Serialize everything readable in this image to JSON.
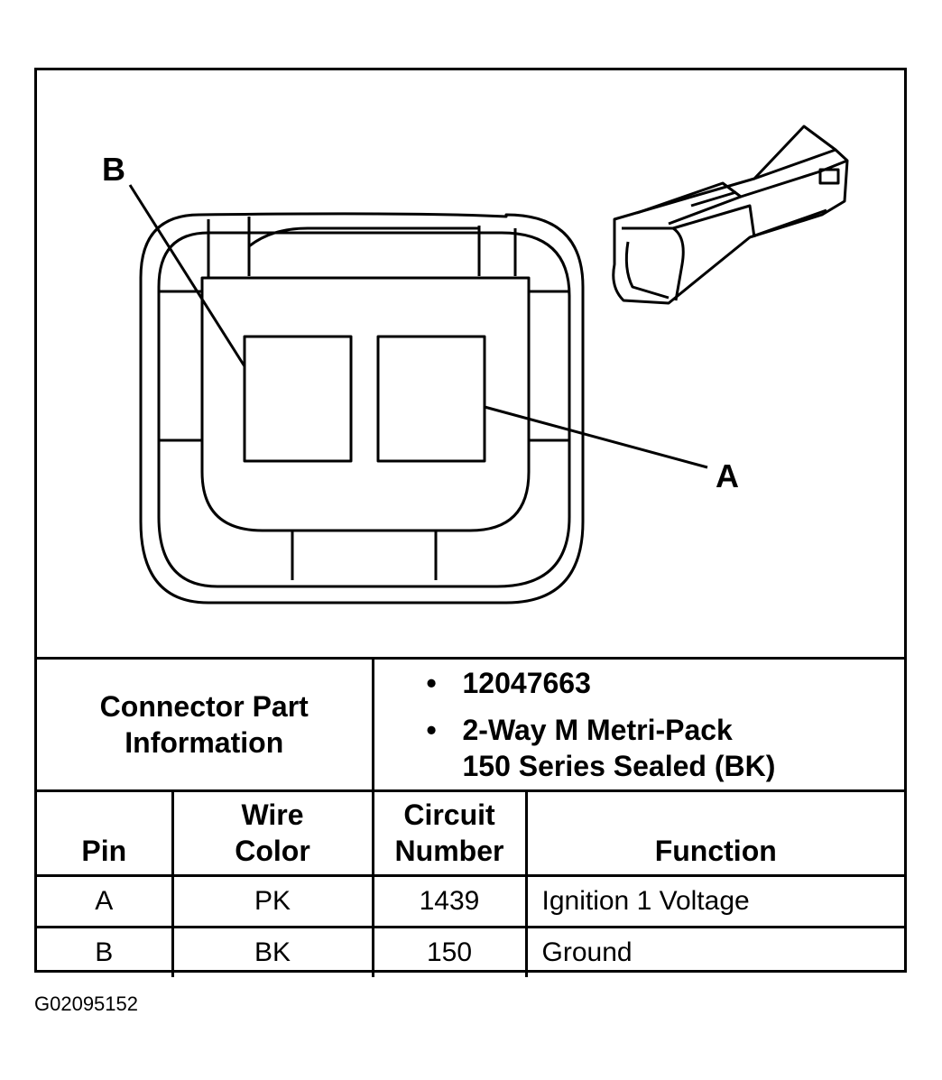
{
  "diagram": {
    "callout_b": "B",
    "callout_a": "A"
  },
  "connector_info": {
    "label": "Connector Part\nInformation",
    "label_line1": "Connector Part",
    "label_line2": "Information",
    "items": [
      [
        "12047663"
      ],
      [
        "2-Way M Metri-Pack",
        "150 Series Sealed (BK)"
      ]
    ],
    "item1": "12047663",
    "item2_line1": "2-Way M Metri-Pack",
    "item2_line2": "150 Series Sealed (BK)"
  },
  "pin_table": {
    "headers": {
      "pin": "Pin",
      "wire_color_line1": "Wire",
      "wire_color_line2": "Color",
      "circuit_line1": "Circuit",
      "circuit_line2": "Number",
      "function": "Function"
    },
    "rows": [
      {
        "pin": "A",
        "wire_color": "PK",
        "circuit": "1439",
        "function": "Ignition 1 Voltage"
      },
      {
        "pin": "B",
        "wire_color": "BK",
        "circuit": "150",
        "function": "Ground"
      }
    ]
  },
  "figure_id": "G02095152"
}
